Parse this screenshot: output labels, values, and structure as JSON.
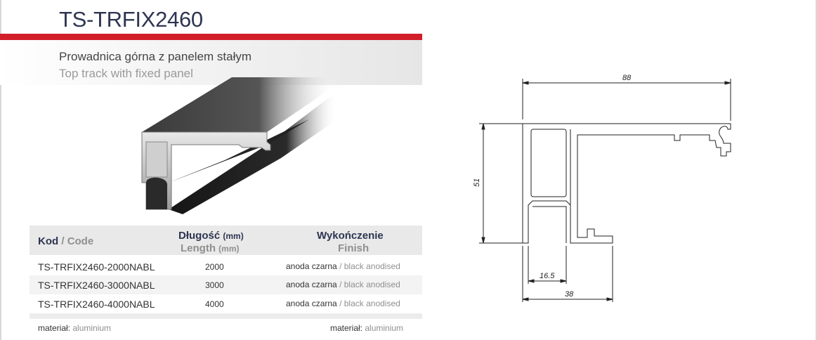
{
  "product": {
    "code": "TS-TRFIX2460",
    "name_pl": "Prowadnica górna z panelem stałym",
    "name_en": "Top track with fixed panel"
  },
  "table": {
    "headers": {
      "code_pl": "Kod",
      "code_sep": " / ",
      "code_en": "Code",
      "length_pl": "Długość",
      "length_pl_unit": "(mm)",
      "length_en": "Length",
      "length_en_unit": "(mm)",
      "finish_pl": "Wykończenie",
      "finish_en": "Finish"
    },
    "rows": [
      {
        "code": "TS-TRFIX2460-2000NABL",
        "length": "2000",
        "finish_pl": "anoda czarna",
        "finish_en": "black anodised"
      },
      {
        "code": "TS-TRFIX2460-3000NABL",
        "length": "3000",
        "finish_pl": "anoda czarna",
        "finish_en": "black anodised"
      },
      {
        "code": "TS-TRFIX2460-4000NABL",
        "length": "4000",
        "finish_pl": "anoda czarna",
        "finish_en": "black anodised"
      }
    ],
    "finish_sep": " / "
  },
  "material": {
    "label": "materiał:",
    "value": "aluminium"
  },
  "drawing": {
    "dim_width": "88",
    "dim_height": "51",
    "dim_inner": "16.5",
    "dim_bottom": "38"
  },
  "colors": {
    "accent": "#d11f2a",
    "title": "#2e3551"
  }
}
